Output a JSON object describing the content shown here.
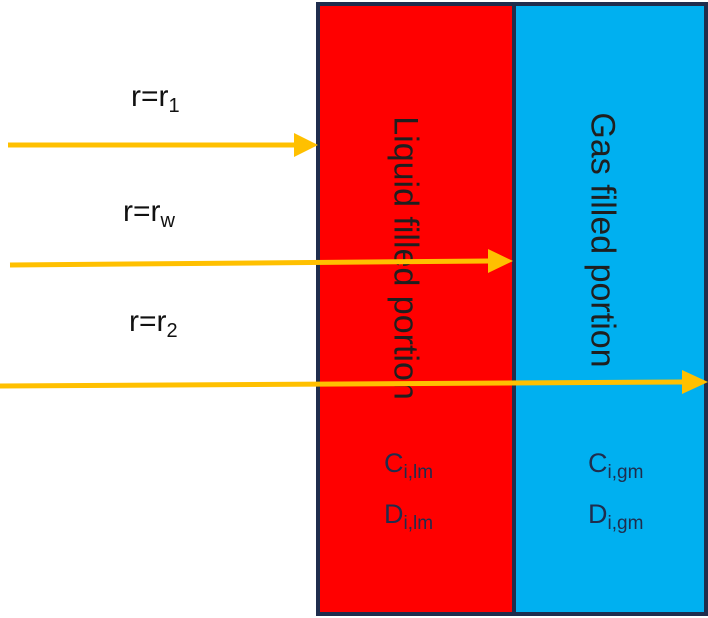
{
  "regions": {
    "liquid": {
      "label": "Liquid filled portion",
      "concentration": {
        "base": "C",
        "sub": "i,lm"
      },
      "diffusivity": {
        "base": "D",
        "sub": "i,lm"
      },
      "color": "#ff0000"
    },
    "gas": {
      "label": "Gas filled portion",
      "concentration": {
        "base": "C",
        "sub": "i,gm"
      },
      "diffusivity": {
        "base": "D",
        "sub": "i,gm"
      },
      "color": "#00b0f0"
    }
  },
  "radii": [
    {
      "base": "r=r",
      "sub": "1"
    },
    {
      "base": "r=r",
      "sub": "w"
    },
    {
      "base": "r=r",
      "sub": "2"
    }
  ],
  "colors": {
    "arrow": "#ffc000",
    "border": "#1f2d4d"
  }
}
